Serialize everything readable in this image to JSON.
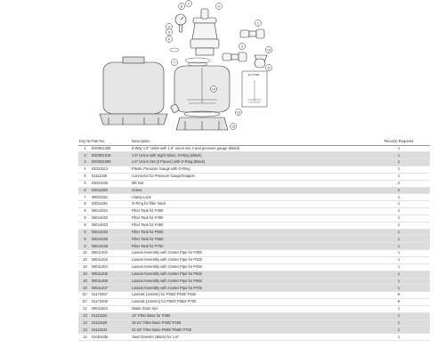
{
  "diagram": {
    "callouts": [
      "8",
      "9",
      "2",
      "3",
      "14",
      "13",
      "12",
      "11",
      "6",
      "1",
      "4",
      "10",
      "7",
      "5"
    ],
    "inset_labels": [
      "For P350"
    ]
  },
  "table": {
    "headers": {
      "key": "Key No.",
      "part": "Part No.",
      "description": "Description",
      "qty": "Piece(s) Required"
    },
    "rows": [
      {
        "key": "1",
        "part": "BX0001308",
        "desc": "6-Way 1.5\" Valve with 1.5\" union w/o 3 and pressure gauge (Black)",
        "qty": "1",
        "shade": false
      },
      {
        "key": "2",
        "part": "BX0001518",
        "desc": "1.5\" Union with Sight Glass, O-Ring (Black)",
        "qty": "1",
        "shade": true
      },
      {
        "key": "3",
        "part": "BX0001508",
        "desc": "1.5\" Union Set (2 Pieces) with O-Ring (Black)",
        "qty": "1",
        "shade": true
      },
      {
        "key": "4",
        "part": "04021513",
        "desc": "Plastic Pressure Gauge with O-Ring",
        "qty": "1",
        "shade": false
      },
      {
        "key": "5",
        "part": "01111348",
        "desc": "Connector for Pressure Gauge/Stopper",
        "qty": "1",
        "shade": false
      },
      {
        "key": "6",
        "part": "03021026",
        "desc": "M6 Nut",
        "qty": "2",
        "shade": false
      },
      {
        "key": "6",
        "part": "03011092",
        "desc": "Screw",
        "qty": "2",
        "shade": true
      },
      {
        "key": "7",
        "part": "09031031",
        "desc": "Clamp Lock",
        "qty": "1",
        "shade": false
      },
      {
        "key": "8",
        "part": "03011156",
        "desc": "O-Ring for filter Neck",
        "qty": "1",
        "shade": false
      },
      {
        "key": "9",
        "part": "09014021",
        "desc": "Filter Tank for P350",
        "qty": "1",
        "shade": false
      },
      {
        "key": "9",
        "part": "09014022",
        "desc": "Filter Tank for P400",
        "qty": "1",
        "shade": false
      },
      {
        "key": "9",
        "part": "09014023",
        "desc": "Filter Tank for P450",
        "qty": "1",
        "shade": false
      },
      {
        "key": "9",
        "part": "09014024",
        "desc": "Filter Tank for P500",
        "qty": "1",
        "shade": true
      },
      {
        "key": "9",
        "part": "09014025",
        "desc": "Filter Tank for P550",
        "qty": "1",
        "shade": true
      },
      {
        "key": "9",
        "part": "09014026",
        "desc": "Filter Tank for P700",
        "qty": "1",
        "shade": true
      },
      {
        "key": "10",
        "part": "09011402",
        "desc": "Lateral Assembly with Center Pipe for P350",
        "qty": "1",
        "shade": false
      },
      {
        "key": "10",
        "part": "09011403",
        "desc": "Lateral Assembly with Center Pipe for P400",
        "qty": "1",
        "shade": false
      },
      {
        "key": "10",
        "part": "09011404",
        "desc": "Lateral Assembly with Center Pipe for P450",
        "qty": "1",
        "shade": false
      },
      {
        "key": "10",
        "part": "09011405",
        "desc": "Lateral Assembly with Center Pipe for P500",
        "qty": "1",
        "shade": true
      },
      {
        "key": "10",
        "part": "09011406",
        "desc": "Lateral Assembly with Center Pipe for P550",
        "qty": "1",
        "shade": true
      },
      {
        "key": "10",
        "part": "09011407",
        "desc": "Lateral Assembly with Center Pipe for P700",
        "qty": "1",
        "shade": true
      },
      {
        "key": "11*",
        "part": "01172007",
        "desc": "Laterals (116mm) for P350/ P400/ P450",
        "qty": "8",
        "shade": false
      },
      {
        "key": "11*",
        "part": "01172008",
        "desc": "Laterals (126mm) for P500/ P550/ P700",
        "qty": "8",
        "shade": false
      },
      {
        "key": "12",
        "part": "09011604",
        "desc": "Water Drain Set",
        "qty": "1",
        "shade": false
      },
      {
        "key": "13",
        "part": "01111522",
        "desc": "14\" Filter Base for P350",
        "qty": "1",
        "shade": true
      },
      {
        "key": "13",
        "part": "01111529",
        "desc": "16-21\" Filter Base P400/ P450",
        "qty": "1",
        "shade": true
      },
      {
        "key": "13",
        "part": "01111542",
        "desc": "21-28\" Filter Base P500/ P550/ P700",
        "qty": "1",
        "shade": true
      },
      {
        "key": "14",
        "part": "01051036",
        "desc": "Sand Diverter (Black) for 1.5\"",
        "qty": "1",
        "shade": false
      }
    ]
  }
}
